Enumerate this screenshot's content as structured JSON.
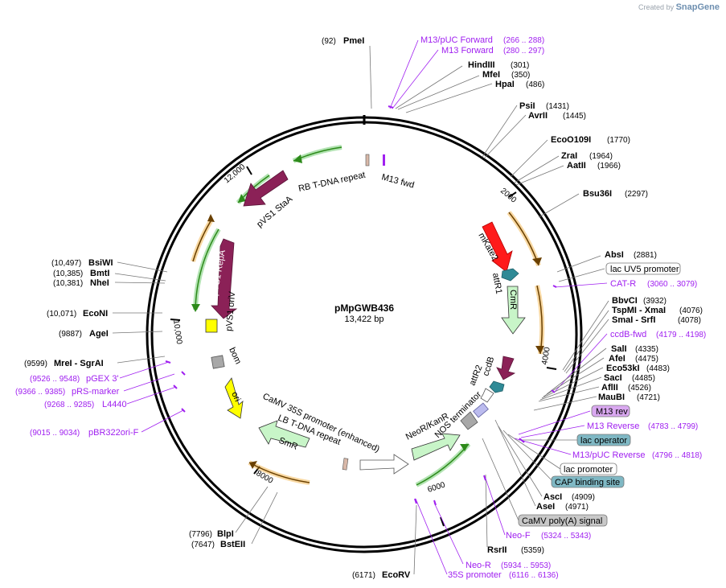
{
  "credit": {
    "created_by": "Created by",
    "app": "SnapGene"
  },
  "plasmid": {
    "name": "pMpGWB436",
    "size": "13,422 bp"
  },
  "ticks": [
    "2000",
    "4000",
    "6000",
    "8000",
    "10,000",
    "12,000"
  ],
  "sites_right": [
    {
      "name": "PmeI",
      "pos": "(92)",
      "align": "left"
    },
    {
      "name": "HindIII",
      "pos": "(301)"
    },
    {
      "name": "MfeI",
      "pos": "(350)"
    },
    {
      "name": "HpaI",
      "pos": "(486)"
    },
    {
      "name": "PsiI",
      "pos": "(1431)"
    },
    {
      "name": "AvrII",
      "pos": "(1445)"
    },
    {
      "name": "EcoO109I",
      "pos": "(1770)"
    },
    {
      "name": "ZraI",
      "pos": "(1964)"
    },
    {
      "name": "AatII",
      "pos": "(1966)"
    },
    {
      "name": "Bsu36I",
      "pos": "(2297)"
    },
    {
      "name": "AbsI",
      "pos": "(2881)"
    },
    {
      "name": "BbvCI",
      "pos": "(3932)"
    },
    {
      "name": "TspMI - XmaI",
      "pos": "(4076)"
    },
    {
      "name": "SmaI - SrfI",
      "pos": "(4078)"
    },
    {
      "name": "SalI",
      "pos": "(4335)"
    },
    {
      "name": "AfeI",
      "pos": "(4475)"
    },
    {
      "name": "Eco53kI",
      "pos": "(4483)"
    },
    {
      "name": "SacI",
      "pos": "(4485)"
    },
    {
      "name": "AflII",
      "pos": "(4526)"
    },
    {
      "name": "MauBI",
      "pos": "(4721)"
    },
    {
      "name": "AscI",
      "pos": "(4909)"
    },
    {
      "name": "AseI",
      "pos": "(4971)"
    },
    {
      "name": "RsrII",
      "pos": "(5359)"
    },
    {
      "name": "EcoRV",
      "pos": "(6171)"
    }
  ],
  "sites_left": [
    {
      "name": "BsiWI",
      "pos": "(10,497)"
    },
    {
      "name": "BmtI",
      "pos": "(10,385)"
    },
    {
      "name": "NheI",
      "pos": "(10,381)"
    },
    {
      "name": "EcoNI",
      "pos": "(10,071)"
    },
    {
      "name": "AgeI",
      "pos": "(9887)"
    },
    {
      "name": "MreI - SgrAI",
      "pos": "(9599)"
    },
    {
      "name": "BlpI",
      "pos": "(7796)"
    },
    {
      "name": "BstEII",
      "pos": "(7647)"
    }
  ],
  "primers": [
    {
      "name": "M13/pUC Forward",
      "pos": "(266 .. 288)"
    },
    {
      "name": "M13 Forward",
      "pos": "(280 .. 297)"
    },
    {
      "name": "CAT-R",
      "pos": "(3060 .. 3079)"
    },
    {
      "name": "ccdB-fwd",
      "pos": "(4179 .. 4198)"
    },
    {
      "name": "M13 Reverse",
      "pos": "(4783 .. 4799)"
    },
    {
      "name": "M13/pUC Reverse",
      "pos": "(4796 .. 4818)"
    },
    {
      "name": "Neo-F",
      "pos": "(5324 .. 5343)"
    },
    {
      "name": "Neo-R",
      "pos": "(5934 .. 5953)"
    },
    {
      "name": "35S promoter",
      "pos": "(6116 .. 6136)"
    },
    {
      "name": "pGEX 3'",
      "pos": "(9526 .. 9548)"
    },
    {
      "name": "pRS-marker",
      "pos": "(9366 .. 9385)"
    },
    {
      "name": "L4440",
      "pos": "(9268 .. 9285)"
    },
    {
      "name": "pBR322ori-F",
      "pos": "(9015 .. 9034)"
    }
  ],
  "boxes": [
    {
      "name": "lac UV5 promoter",
      "color": "#ffffff"
    },
    {
      "name": "M13 rev",
      "color": "#d9a8f0"
    },
    {
      "name": "lac operator",
      "color": "#7fb8c4"
    },
    {
      "name": "lac promoter",
      "color": "#ffffff"
    },
    {
      "name": "CAP binding site",
      "color": "#7fb8c4"
    },
    {
      "name": "CaMV poly(A) signal",
      "color": "#c8c8c8"
    }
  ],
  "features": {
    "rb": "RB T-DNA repeat",
    "m13fwd": "M13 fwd",
    "stab": "pVS1 StaA",
    "repa": "pVS1 RepA",
    "vsori": "pVS1 oriV",
    "bom": "bom",
    "ori": "ori",
    "camv": "CaMV 35S promoter (enhanced)",
    "lb": "LB T-DNA repeat",
    "smr": "SmR",
    "neo": "NeoR/KanR",
    "nos": "NOS terminator",
    "attr2": "attR2",
    "ccdb": "ccdB",
    "cmr": "CmR",
    "attr1": "attR1",
    "mkate": "mKate2"
  },
  "colors": {
    "mkate": "#ff1a1a",
    "stab": "#8b2157",
    "repa": "#8b2157",
    "ccdb": "#8b2157",
    "cmr": "#c8f5c8",
    "smr": "#c8f5c8",
    "neo": "#c8f5c8",
    "ori": "#ffff00",
    "attr": "#2f8a96",
    "orf_orange": "#f0a830",
    "orf_green": "#2d8a1a",
    "primer": "#a020f0"
  }
}
